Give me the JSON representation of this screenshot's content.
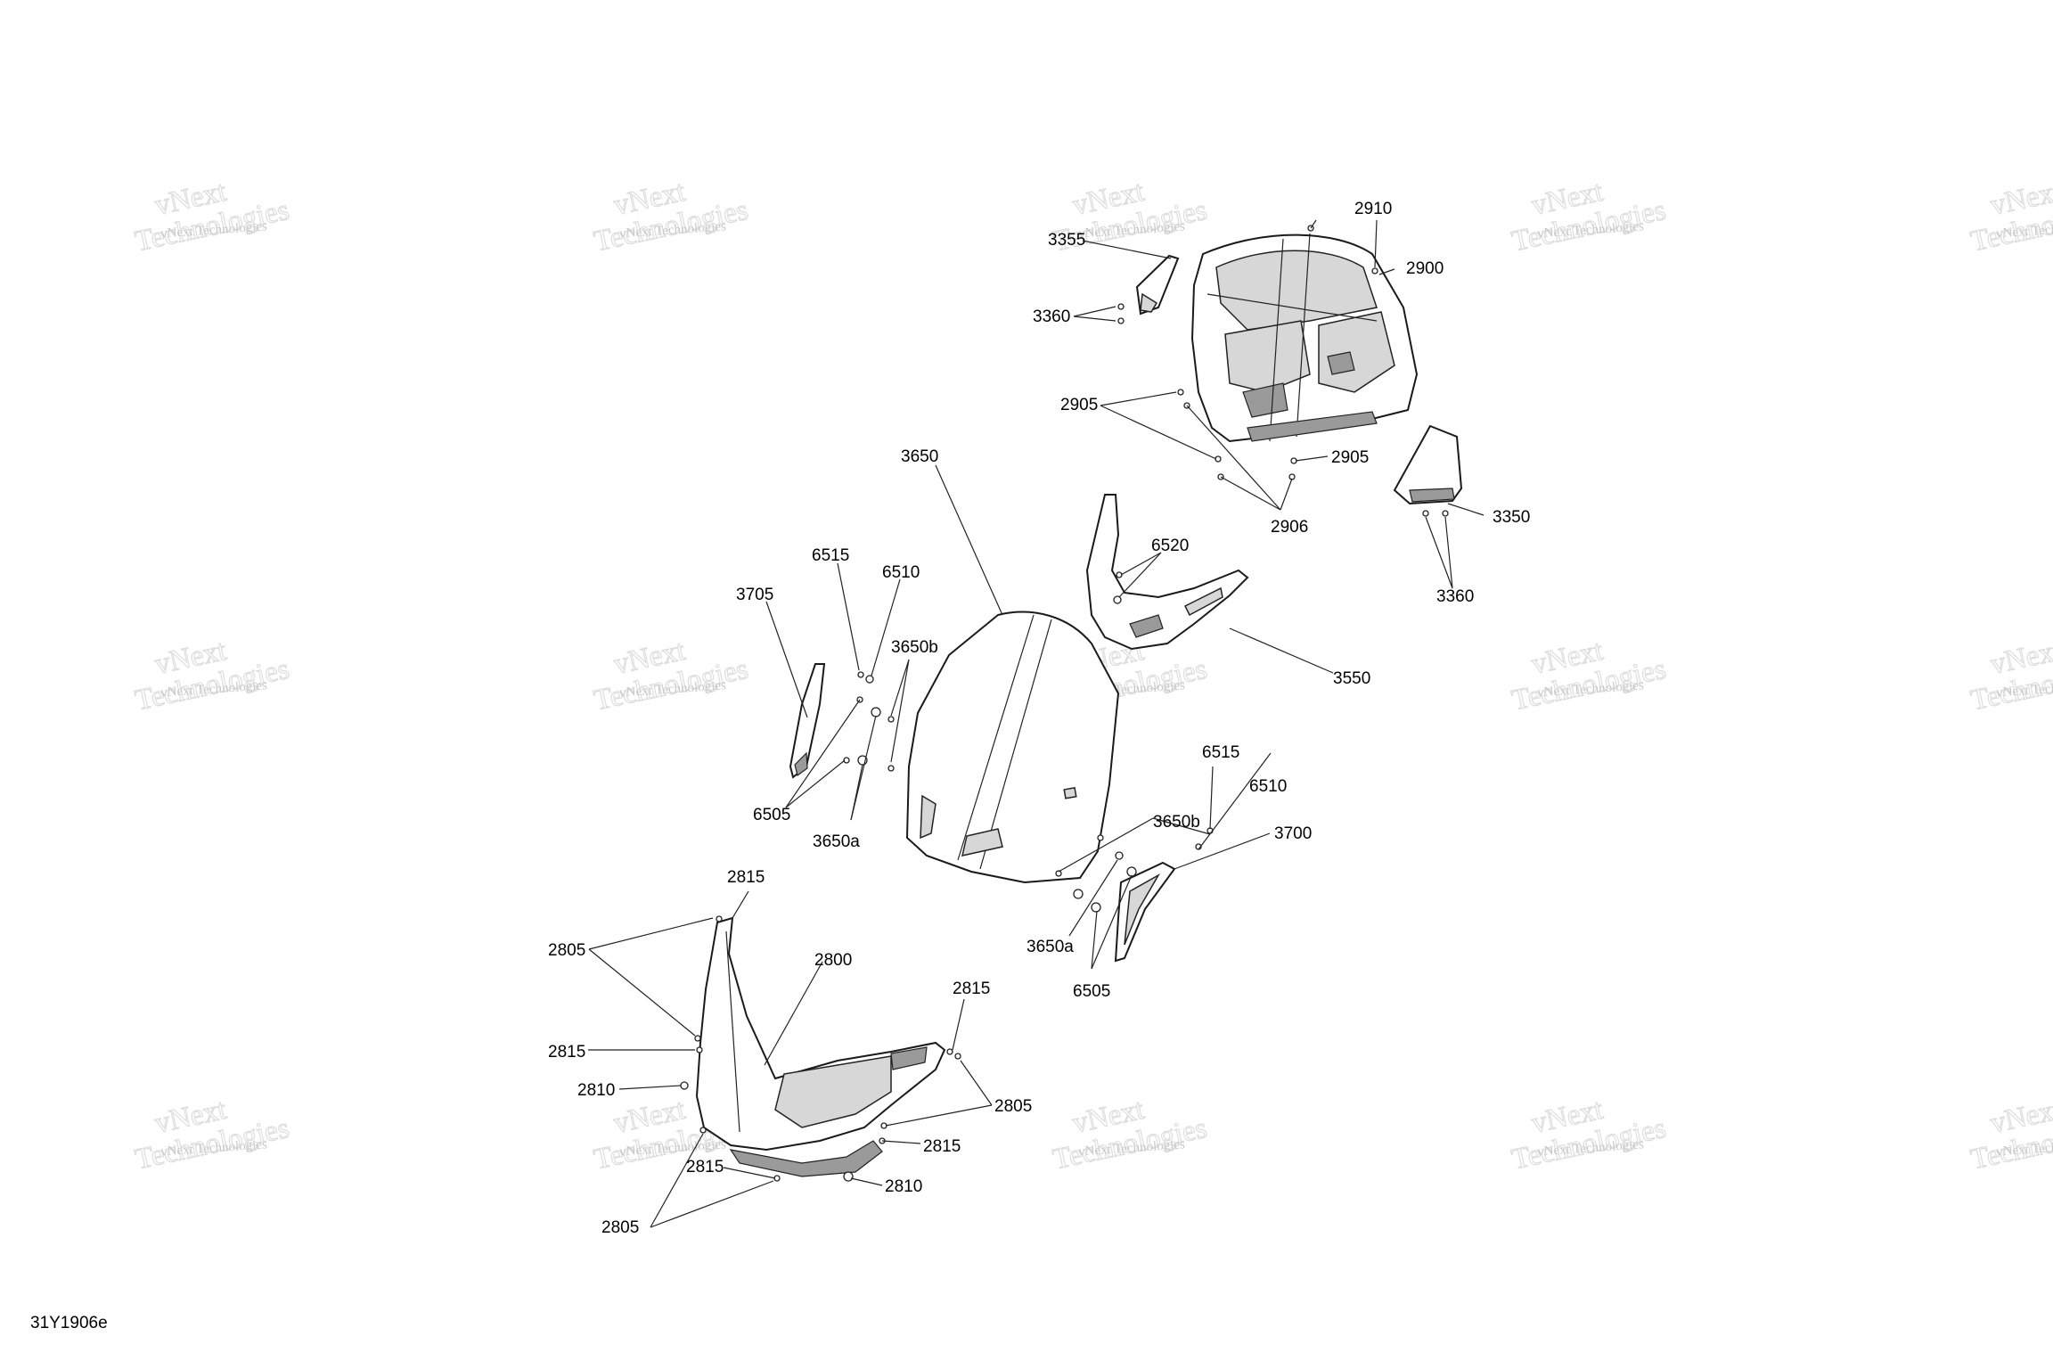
{
  "drawing_code": "31Y1906e",
  "watermark": {
    "line1": "vNext",
    "line2": "Technologies",
    "small": "vNext Technologies"
  },
  "callouts": [
    "2910",
    "2900",
    "3355",
    "3360",
    "2905",
    "2905",
    "2906",
    "3350",
    "3360",
    "3650",
    "6515",
    "6510",
    "3705",
    "3650b",
    "6520",
    "3550",
    "6505",
    "3650a",
    "6515",
    "6510",
    "3650b",
    "3700",
    "3650a",
    "6505",
    "2815",
    "2805",
    "2800",
    "2815",
    "2815",
    "2810",
    "2805",
    "2815",
    "2815",
    "2810",
    "2805"
  ]
}
